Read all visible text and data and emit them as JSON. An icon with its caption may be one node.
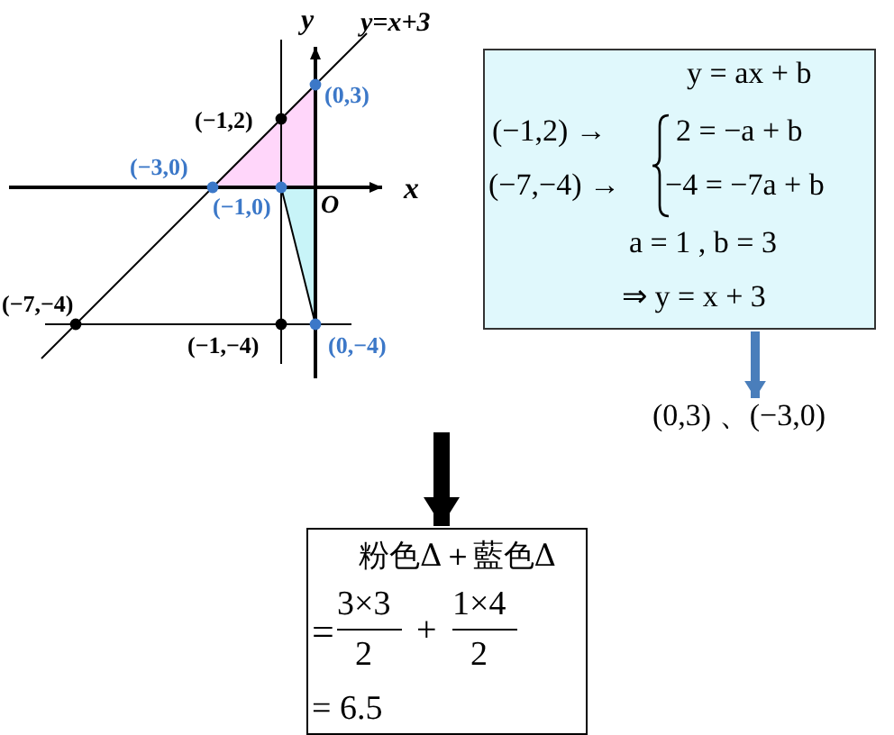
{
  "diagram": {
    "nodes": [
      {
        "text": [
          "y = ax + b",
          "(−1,2) →",
          "(−7,−4) →",
          "2 = −a + b",
          "−4 = −7a + b",
          "a = 1 , b = 3",
          "⇒ y = x + 3"
        ]
      },
      {
        "text": [
          "(0,3) 、(−3,0)"
        ]
      },
      {
        "text": [
          "粉色Δ＋藍色Δ",
          "=",
          "3×3",
          "2",
          "+",
          "1×4",
          "2",
          "= 6.5"
        ]
      }
    ],
    "edges": [
      {
        "from": 0,
        "to": 1,
        "arrow": "to",
        "color": "#4a7ebb"
      },
      {
        "from": null,
        "to": 2,
        "arrow": "to",
        "style": "thick",
        "color": "#000000"
      }
    ],
    "labels": [
      "y",
      "y=x+3",
      "(0,3)",
      "(−1,2)",
      "x",
      "(−3,0)",
      "(−1,0)",
      "O",
      "(−7,−4)",
      "(−1,−4)",
      "(0,−4)"
    ]
  }
}
